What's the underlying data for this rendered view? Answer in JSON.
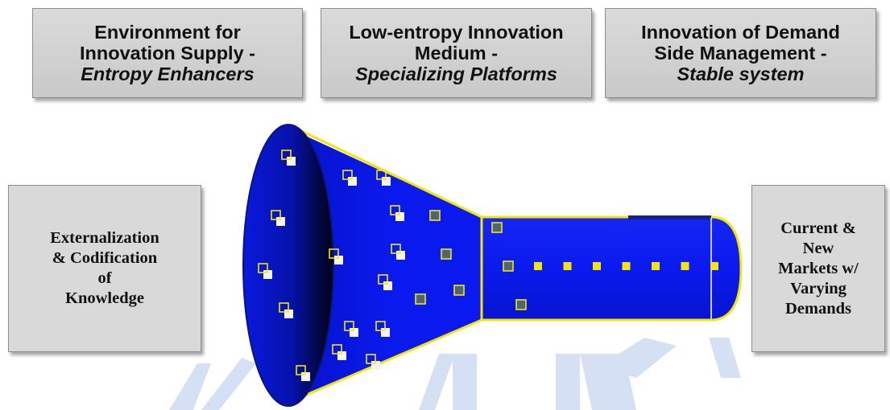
{
  "header_boxes": [
    {
      "line1": "Environment for",
      "line2": "Innovation  Supply -",
      "line3": "Entropy Enhancers"
    },
    {
      "line1": "Low-entropy Innovation",
      "line2": "Medium -",
      "line3": "Specializing Platforms"
    },
    {
      "line1": "Innovation  of Demand",
      "line2": "Side Management -",
      "line3": "Stable system"
    }
  ],
  "left_box": {
    "lines": [
      "Externalization",
      "& Codification",
      "of",
      "Knowledge"
    ]
  },
  "right_box": {
    "lines": [
      "Current &",
      "New",
      "Markets w/",
      "Varying",
      "Demands"
    ]
  },
  "colors": {
    "funnel_blue": "#0a1aee",
    "outline": "#f5e60a",
    "dot_yellow": "#f5e60a",
    "box_gray": "#d9d9d9",
    "watermark": "#c7d6f2"
  }
}
